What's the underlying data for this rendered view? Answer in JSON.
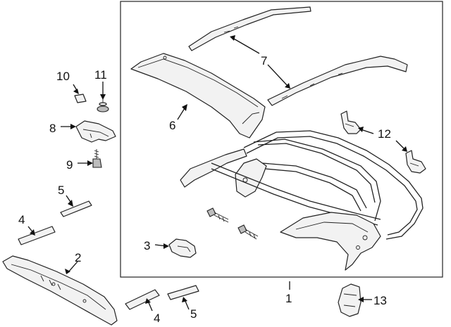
{
  "diagram": {
    "callouts": [
      {
        "id": "c1",
        "text": "1"
      },
      {
        "id": "c2",
        "text": "2"
      },
      {
        "id": "c3",
        "text": "3"
      },
      {
        "id": "c4a",
        "text": "4"
      },
      {
        "id": "c4b",
        "text": "4"
      },
      {
        "id": "c5a",
        "text": "5"
      },
      {
        "id": "c5b",
        "text": "5"
      },
      {
        "id": "c6",
        "text": "6"
      },
      {
        "id": "c7",
        "text": "7"
      },
      {
        "id": "c8",
        "text": "8"
      },
      {
        "id": "c9",
        "text": "9"
      },
      {
        "id": "c10",
        "text": "10"
      },
      {
        "id": "c11",
        "text": "11"
      },
      {
        "id": "c12",
        "text": "12"
      },
      {
        "id": "c13",
        "text": "13"
      }
    ],
    "colors": {
      "line": "#222222",
      "fill": "#f2f2f2",
      "shade": "#bdbdbd",
      "background": "#ffffff"
    }
  }
}
